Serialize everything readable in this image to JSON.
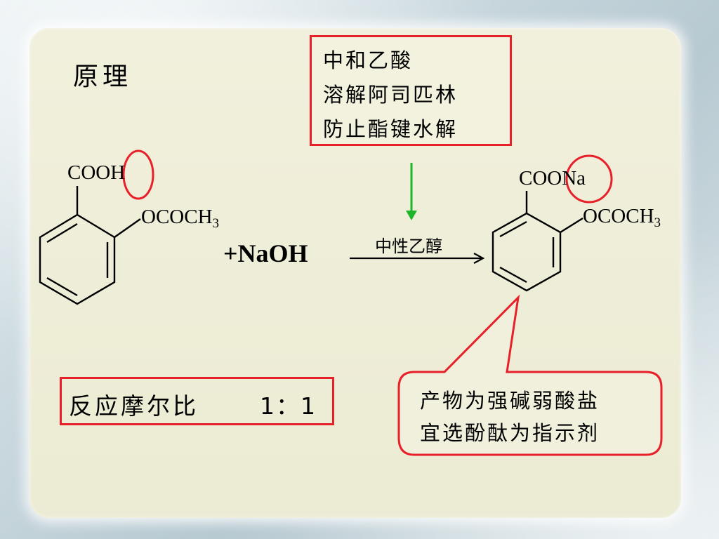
{
  "title": "原理",
  "note_box": {
    "lines": [
      "中和乙酸",
      "溶解阿司匹林",
      "防止酯键水解"
    ]
  },
  "reactant": {
    "group_top": "COOH",
    "group_side_main": "OCOCH",
    "group_side_sub": "3"
  },
  "reagent": "+NaOH",
  "condition": "中性乙醇",
  "product": {
    "group_top": "COONa",
    "group_side_main": "OCOCH",
    "group_side_sub": "3"
  },
  "ratio_box": {
    "label": "反应摩尔比",
    "value": "1：1"
  },
  "callout": {
    "lines": [
      "产物为强碱弱酸盐",
      "宜选酚酞为指示剂"
    ]
  },
  "colors": {
    "highlight_red": "#e8202a",
    "arrow_green": "#1fb52a",
    "panel_bg": "#efeed8"
  }
}
